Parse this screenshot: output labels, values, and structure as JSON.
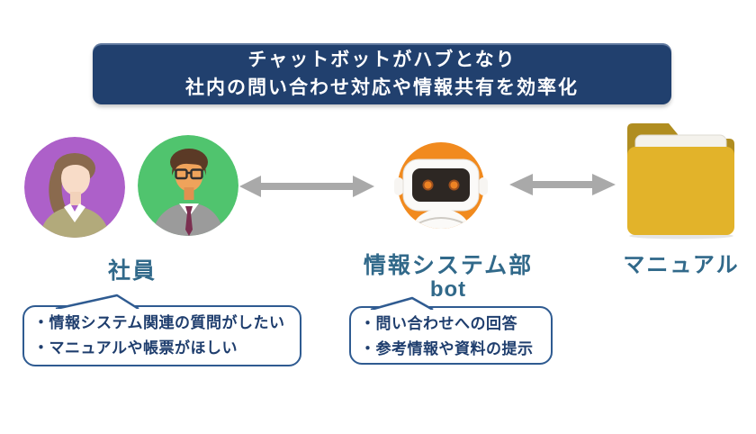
{
  "banner": {
    "line1": "チャットボットがハブとなり",
    "line2": "社内の問い合わせ対応や情報共有を効率化",
    "bg_color": "#21406e",
    "text_color": "#ffffff"
  },
  "nodes": {
    "employees": {
      "label": "社員",
      "icons": [
        "female-employee-avatar",
        "male-employee-avatar"
      ]
    },
    "bot": {
      "label_line1": "情報システム部",
      "label_line2": "bot",
      "icon": "chatbot-robot"
    },
    "manual": {
      "label": "マニュアル",
      "icon": "folder"
    }
  },
  "arrows": [
    {
      "name": "employees-bot-arrow",
      "direction": "bidirectional"
    },
    {
      "name": "bot-manual-arrow",
      "direction": "bidirectional"
    }
  ],
  "bubbles": {
    "employee_needs": {
      "items": [
        "・情報システム関連の質問がしたい",
        "・マニュアルや帳票がほしい"
      ]
    },
    "bot_offers": {
      "items": [
        "・問い合わせへの回答",
        "・参考情報や資料の提示"
      ]
    }
  },
  "colors": {
    "banner_navy": "#21406e",
    "label_blue": "#31698a",
    "bubble_border": "#2f5b91",
    "bubble_text": "#1f3e6e",
    "arrow_gray": "#a9a9a9",
    "avatar_purple": "#ad60c9",
    "avatar_green": "#50c46e",
    "robot_orange": "#f18a1e",
    "folder_gold": "#e2b32a",
    "folder_dark_gold": "#b08d20"
  }
}
